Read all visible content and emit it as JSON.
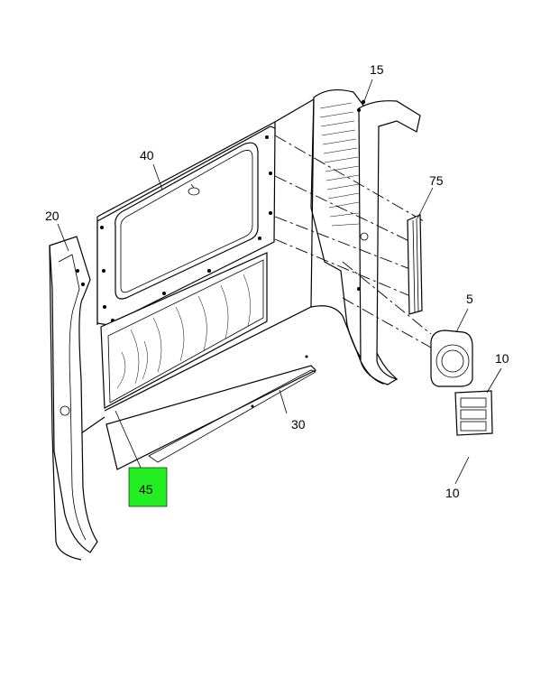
{
  "callouts": {
    "c15": "15",
    "c40": "40",
    "c75": "75",
    "c20": "20",
    "c5": "5",
    "c10a": "10",
    "c30": "30",
    "c45": "45",
    "c10b": "10"
  },
  "colors": {
    "highlight": "#22ee22",
    "line": "#000000",
    "background": "#ffffff"
  }
}
